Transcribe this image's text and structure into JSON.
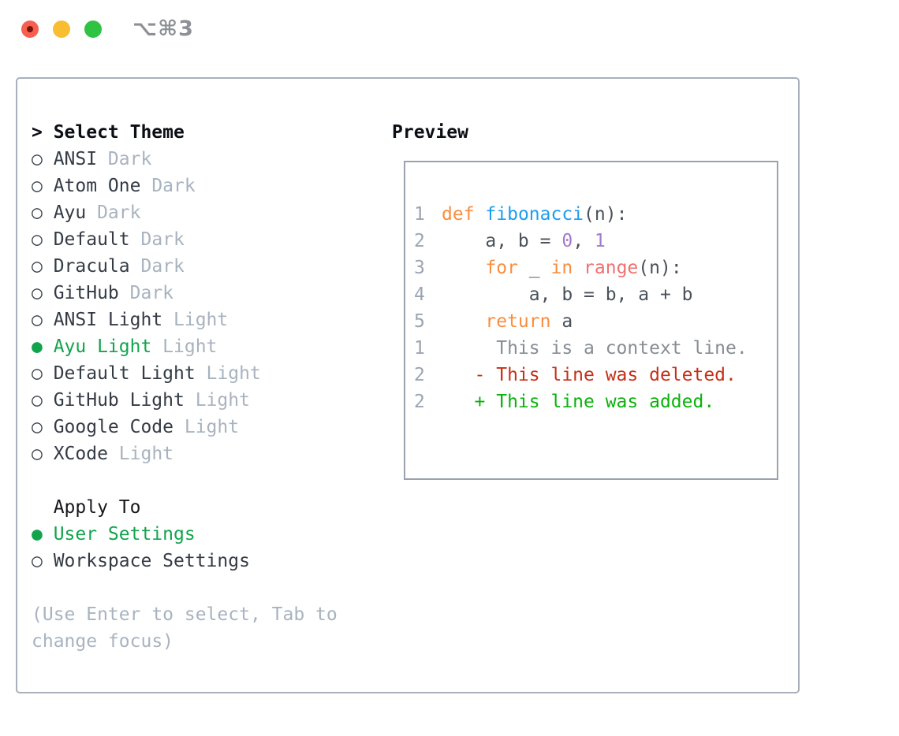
{
  "titlebar": {
    "shortcut_label": "⌥⌘3"
  },
  "icons": {
    "radio_unselected": "○",
    "radio_selected": "●",
    "prompt": ">"
  },
  "theme_picker": {
    "title": "Select Theme",
    "items": [
      {
        "name": "ANSI",
        "variant": "Dark",
        "selected": false
      },
      {
        "name": "Atom One",
        "variant": "Dark",
        "selected": false
      },
      {
        "name": "Ayu",
        "variant": "Dark",
        "selected": false
      },
      {
        "name": "Default",
        "variant": "Dark",
        "selected": false
      },
      {
        "name": "Dracula",
        "variant": "Dark",
        "selected": false
      },
      {
        "name": "GitHub",
        "variant": "Dark",
        "selected": false
      },
      {
        "name": "ANSI Light",
        "variant": "Light",
        "selected": false
      },
      {
        "name": "Ayu Light",
        "variant": "Light",
        "selected": true
      },
      {
        "name": "Default Light",
        "variant": "Light",
        "selected": false
      },
      {
        "name": "GitHub Light",
        "variant": "Light",
        "selected": false
      },
      {
        "name": "Google Code",
        "variant": "Light",
        "selected": false
      },
      {
        "name": "XCode",
        "variant": "Light",
        "selected": false
      }
    ]
  },
  "apply_to": {
    "title": "Apply To",
    "options": [
      {
        "label": "User Settings",
        "selected": true
      },
      {
        "label": "Workspace Settings",
        "selected": false
      }
    ]
  },
  "hint": {
    "text": "(Use Enter to select, Tab to change focus)"
  },
  "preview": {
    "title": "Preview",
    "lines": [
      {
        "number": "1",
        "tokens": [
          {
            "text": "def",
            "type": "keyword"
          },
          {
            "text": " ",
            "type": "plain"
          },
          {
            "text": "fibonacci",
            "type": "function"
          },
          {
            "text": "(n):",
            "type": "plain"
          }
        ]
      },
      {
        "number": "2",
        "tokens": [
          {
            "text": "    a, b = ",
            "type": "plain"
          },
          {
            "text": "0",
            "type": "number"
          },
          {
            "text": ", ",
            "type": "plain"
          },
          {
            "text": "1",
            "type": "number"
          }
        ]
      },
      {
        "number": "3",
        "tokens": [
          {
            "text": "    ",
            "type": "plain"
          },
          {
            "text": "for",
            "type": "keyword"
          },
          {
            "text": " _ ",
            "type": "plain"
          },
          {
            "text": "in",
            "type": "keyword"
          },
          {
            "text": " ",
            "type": "plain"
          },
          {
            "text": "range",
            "type": "call"
          },
          {
            "text": "(n):",
            "type": "plain"
          }
        ]
      },
      {
        "number": "4",
        "tokens": [
          {
            "text": "        a, b = b, a + b",
            "type": "plain"
          }
        ]
      },
      {
        "number": "5",
        "tokens": [
          {
            "text": "    ",
            "type": "plain"
          },
          {
            "text": "return",
            "type": "keyword"
          },
          {
            "text": " a",
            "type": "plain"
          }
        ]
      },
      {
        "number": "",
        "tokens": []
      },
      {
        "number": "1",
        "tokens": [
          {
            "text": "     This is a context line.",
            "type": "context"
          }
        ]
      },
      {
        "number": "2",
        "tokens": [
          {
            "text": "   - This line was deleted.",
            "type": "deleted"
          }
        ]
      },
      {
        "number": "2",
        "tokens": [
          {
            "text": "   + This line was added.",
            "type": "added"
          }
        ]
      }
    ]
  },
  "colors": {
    "accent_green": "#12a44c",
    "diff_added": "#0ab20b",
    "diff_deleted": "#c53019",
    "keyword_orange": "#fa8d3e",
    "function_blue": "#1e9cf0",
    "builtin_coral": "#f07171",
    "number_purple": "#a37acc",
    "muted_gray": "#a8b3bf",
    "traffic_red": "#f75f51",
    "traffic_yellow": "#f8bd30",
    "traffic_green": "#2fc243"
  }
}
